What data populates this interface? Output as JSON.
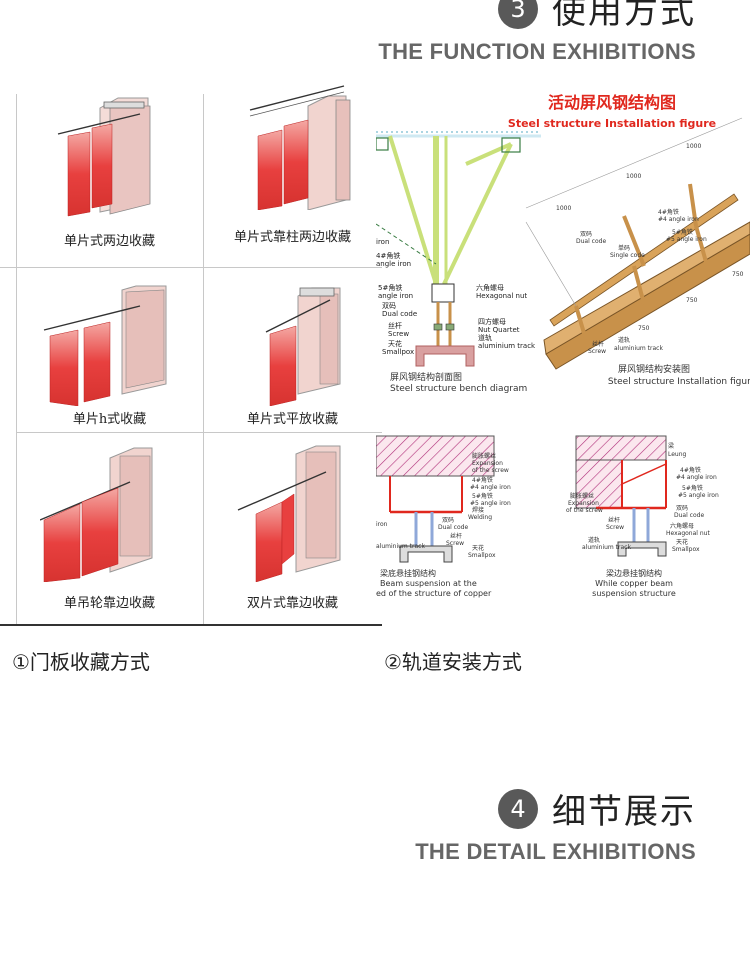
{
  "section3": {
    "number": "3",
    "title_cn": "使用方式",
    "title_en": "THE FUNCTION EXHIBITIONS"
  },
  "storage_modes": [
    {
      "label": "单片式两边收藏"
    },
    {
      "label": "单片式靠柱两边收藏"
    },
    {
      "label": "单片h式收藏"
    },
    {
      "label": "单片式平放收藏"
    },
    {
      "label": "单吊轮靠边收藏"
    },
    {
      "label": "双片式靠边收藏"
    }
  ],
  "steel_figure": {
    "title_cn": "活动屏风钢结构图",
    "title_en": "Steel structure Installation figure",
    "bench_caption_cn": "屏风钢结构剖面图",
    "bench_caption_en": "Steel structure bench diagram",
    "install_caption_cn": "屏风钢结构安装图",
    "install_caption_en": "Steel structure Installation figure",
    "beam_caption_cn": "梁底悬挂钢结构",
    "beam_caption_en1": "Beam suspension at the",
    "beam_caption_en2": "ed of the structure of copper",
    "copper_caption_cn": "梁边悬挂钢结构",
    "copper_caption_en1": "While copper beam",
    "copper_caption_en2": "suspension structure",
    "labels": {
      "iron": "iron",
      "angle_iron_4_cn": "4#角铁",
      "angle_iron": "angle iron",
      "angle_iron_5_cn": "5#角铁",
      "hex_nut_cn": "六角螺母",
      "hex_nut": "Hexagonal nut",
      "dual_code_cn": "双码",
      "dual_code": "Dual code",
      "screw_cn": "丝杆",
      "screw": "Screw",
      "nut_quartet_cn": "四方螺母",
      "nut_quartet": "Nut Quartet",
      "track_cn": "道轨",
      "track": "aluminium track",
      "ceiling_cn": "天花",
      "smallpox": "Smallpox",
      "num_1000": "1000",
      "num_750": "750",
      "angle_4": "4#角铁",
      "angle_4_en": "#4 angle iron",
      "angle_5_en": "#5 angle iron",
      "single_code_cn": "单码",
      "single_code": "Single code",
      "expansion_cn": "膨胀螺丝",
      "expansion_en1": "Expansion",
      "expansion_en2": "of the screw",
      "welding_cn": "焊接",
      "welding": "Welding",
      "beam_cn": "梁",
      "leung": "Leung"
    }
  },
  "captions": {
    "left": "①门板收藏方式",
    "right": "②轨道安装方式"
  },
  "section4": {
    "number": "4",
    "title_cn": "细节展示",
    "title_en": "THE DETAIL EXHIBITIONS"
  },
  "colors": {
    "panel_red": "#e8403f",
    "structure_yellow": "#c9e07a",
    "steel_brown": "#c8914a",
    "title_red": "#e0281e",
    "hatch": "#b0307a"
  }
}
